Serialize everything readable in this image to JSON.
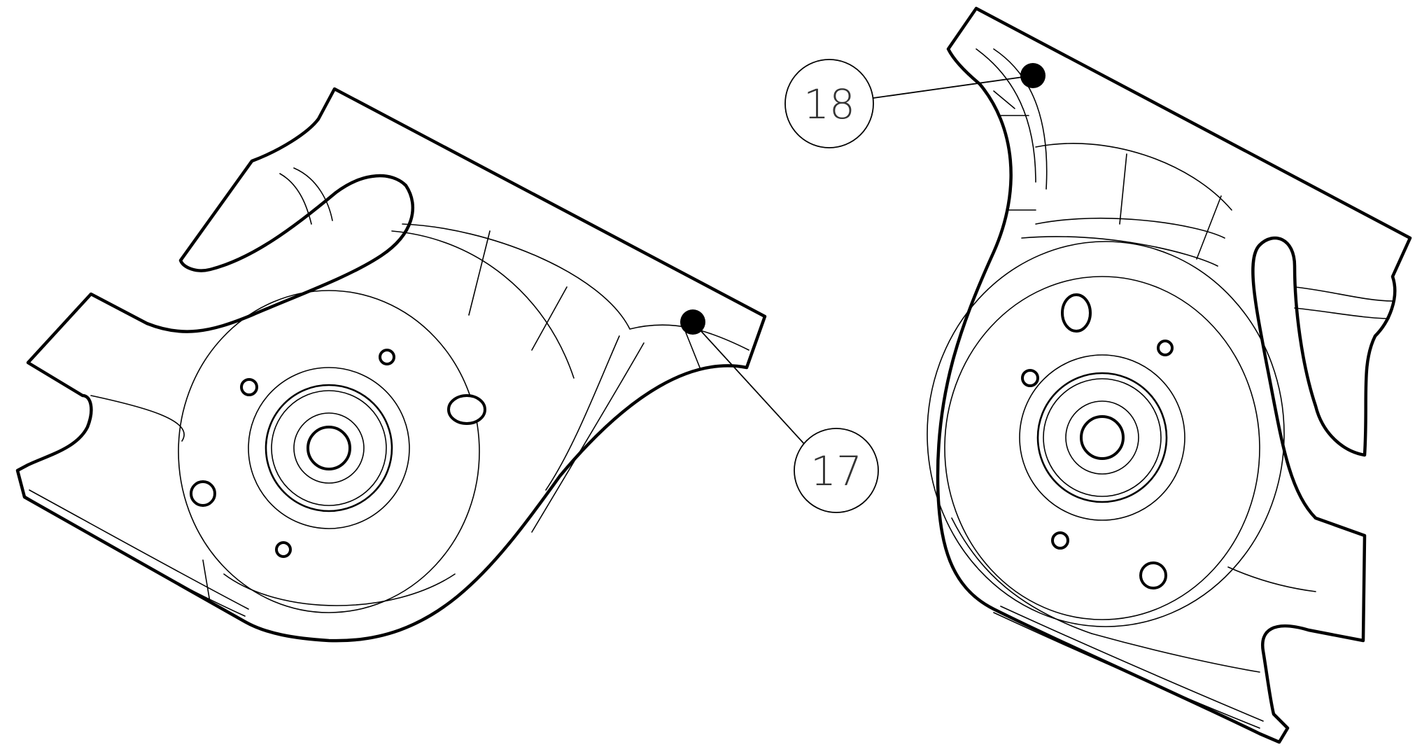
{
  "callouts": [
    {
      "id": "17",
      "label": "17"
    },
    {
      "id": "18",
      "label": "18"
    }
  ],
  "parts": [
    {
      "name": "left-bracket"
    },
    {
      "name": "right-bracket"
    }
  ],
  "colors": {
    "line": "#000000",
    "background": "#ffffff",
    "label": "#333333"
  }
}
